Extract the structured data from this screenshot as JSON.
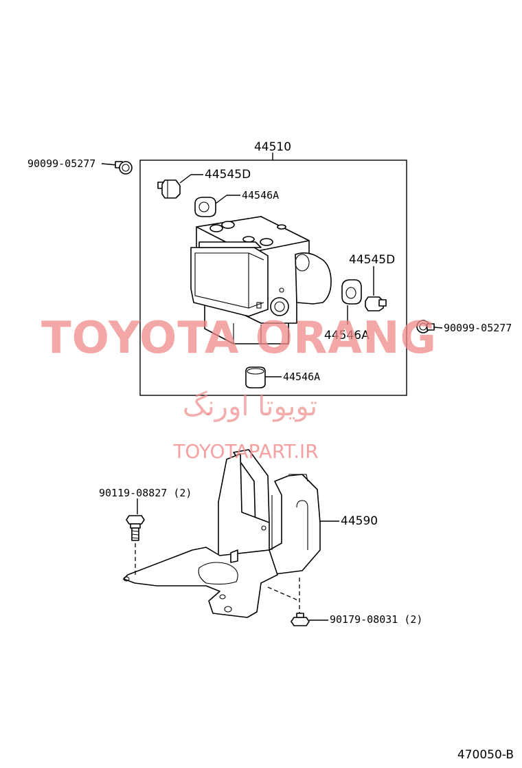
{
  "diagram": {
    "assembly_label": "44510",
    "labels": {
      "bolt_top_left": "90099-05277",
      "bolt_right": "90099-05277",
      "stud_top": "44545D",
      "stud_right": "44545D",
      "grommet_top": "44546A",
      "grommet_right": "44546A",
      "grommet_bottom": "44546A",
      "bracket": "44590",
      "bracket_bolt": "90119-08827 (2)",
      "bracket_nut": "90179-08031 (2)"
    },
    "figure_code": "470050-B"
  },
  "watermark": {
    "brand": "TOYOTA ORANG",
    "persian": "تویوتا اورنگ",
    "url": "TOYOTAPART.IR",
    "color": "#f08a8a"
  }
}
